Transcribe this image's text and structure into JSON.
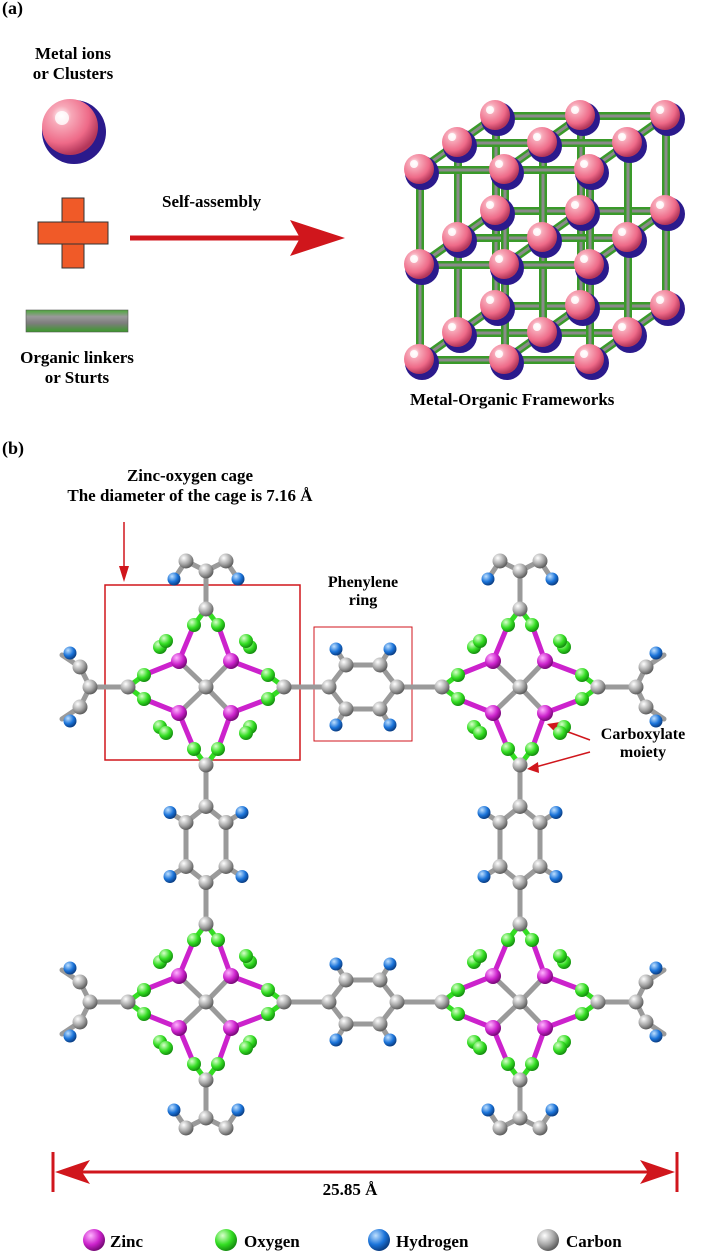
{
  "panel_a": {
    "tag": "(a)",
    "metal_label_1": "Metal ions",
    "metal_label_2": "or Clusters",
    "linker_label_1": "Organic linkers",
    "linker_label_2": "or Sturts",
    "arrow_label": "Self-assembly",
    "framework_label": "Metal-Organic Frameworks",
    "colors": {
      "metal_pink": "#f27f9a",
      "metal_navy": "#2b1a8c",
      "arrow_red": "#d0161c",
      "plus_orange": "#f05a28",
      "rod_green": "#3a9a2a",
      "rod_gray": "#7d7d7d"
    }
  },
  "panel_b": {
    "tag": "(b)",
    "cage_title": "Zinc-oxygen cage",
    "cage_diameter": "The diameter of the cage is 7.16 Å",
    "phenylene_1": "Phenylene",
    "phenylene_2": "ring",
    "carboxylate_1": "Carboxylate",
    "carboxylate_2": "moiety",
    "dimension": "25.85 Å",
    "legend": [
      {
        "name": "Zinc",
        "color": "#cc22cc"
      },
      {
        "name": "Oxygen",
        "color": "#33dd22"
      },
      {
        "name": "Hydrogen",
        "color": "#1a73d9"
      },
      {
        "name": "Carbon",
        "color": "#9a9a9a"
      }
    ]
  }
}
